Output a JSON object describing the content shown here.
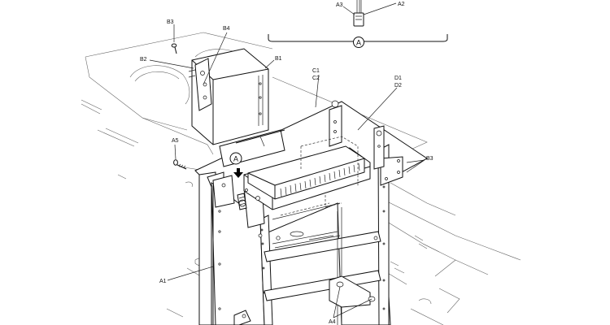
{
  "diagram": {
    "callouts": {
      "A1": "A1",
      "A2": "A2",
      "A3": "A3",
      "A4": "A4",
      "A5": "A5",
      "B1": "B1",
      "B2": "B2",
      "B3_top": "B3",
      "B3_right": "B3",
      "B4": "B4",
      "C1": "C1",
      "C2": "C2",
      "D1": "D1",
      "D2": "D2"
    },
    "detail_marker": "A"
  }
}
